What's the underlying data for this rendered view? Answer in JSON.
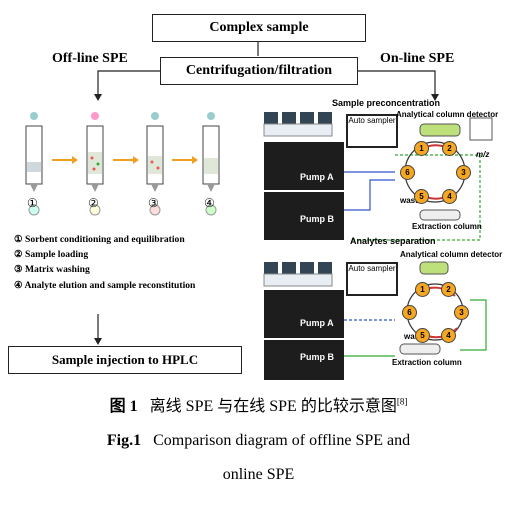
{
  "top": {
    "complex_sample": "Complex sample",
    "centrifugation": "Centrifugation/filtration",
    "offline_label": "Off-line SPE",
    "online_label": "On-line SPE"
  },
  "offline": {
    "step_numbers": [
      "①",
      "②",
      "③",
      "④"
    ],
    "steps": [
      "① Sorbent conditioning and equilibration",
      "② Sample loading",
      "③ Matrix washing",
      "④ Analyte elution and sample reconstitution"
    ],
    "injection": "Sample injection to HPLC"
  },
  "online": {
    "preconc_title": "Sample preconcentration",
    "separation_title": "Analytes separation",
    "auto_sampler": "Auto sampler",
    "pump_a": "Pump A",
    "pump_b": "Pump B",
    "analytical_detector": "Analytical column detector",
    "mz": "m/z",
    "waste": "waste",
    "extraction_column": "Extraction column",
    "valve_ports": [
      "1",
      "2",
      "3",
      "4",
      "5",
      "6"
    ]
  },
  "caption": {
    "cn_label": "图 1",
    "cn_text": "离线 SPE 与在线 SPE 的比较示意图",
    "cn_ref": "[8]",
    "en_label": "Fig.1",
    "en_text_line1": "Comparison diagram of offline SPE and",
    "en_text_line2": "online SPE"
  },
  "colors": {
    "arrow_orange": "#f0a020",
    "valve_orange": "#f5a623",
    "flow_green": "#33aa33",
    "flow_blue": "#3355cc",
    "panel_bg": "#eef2f5"
  }
}
